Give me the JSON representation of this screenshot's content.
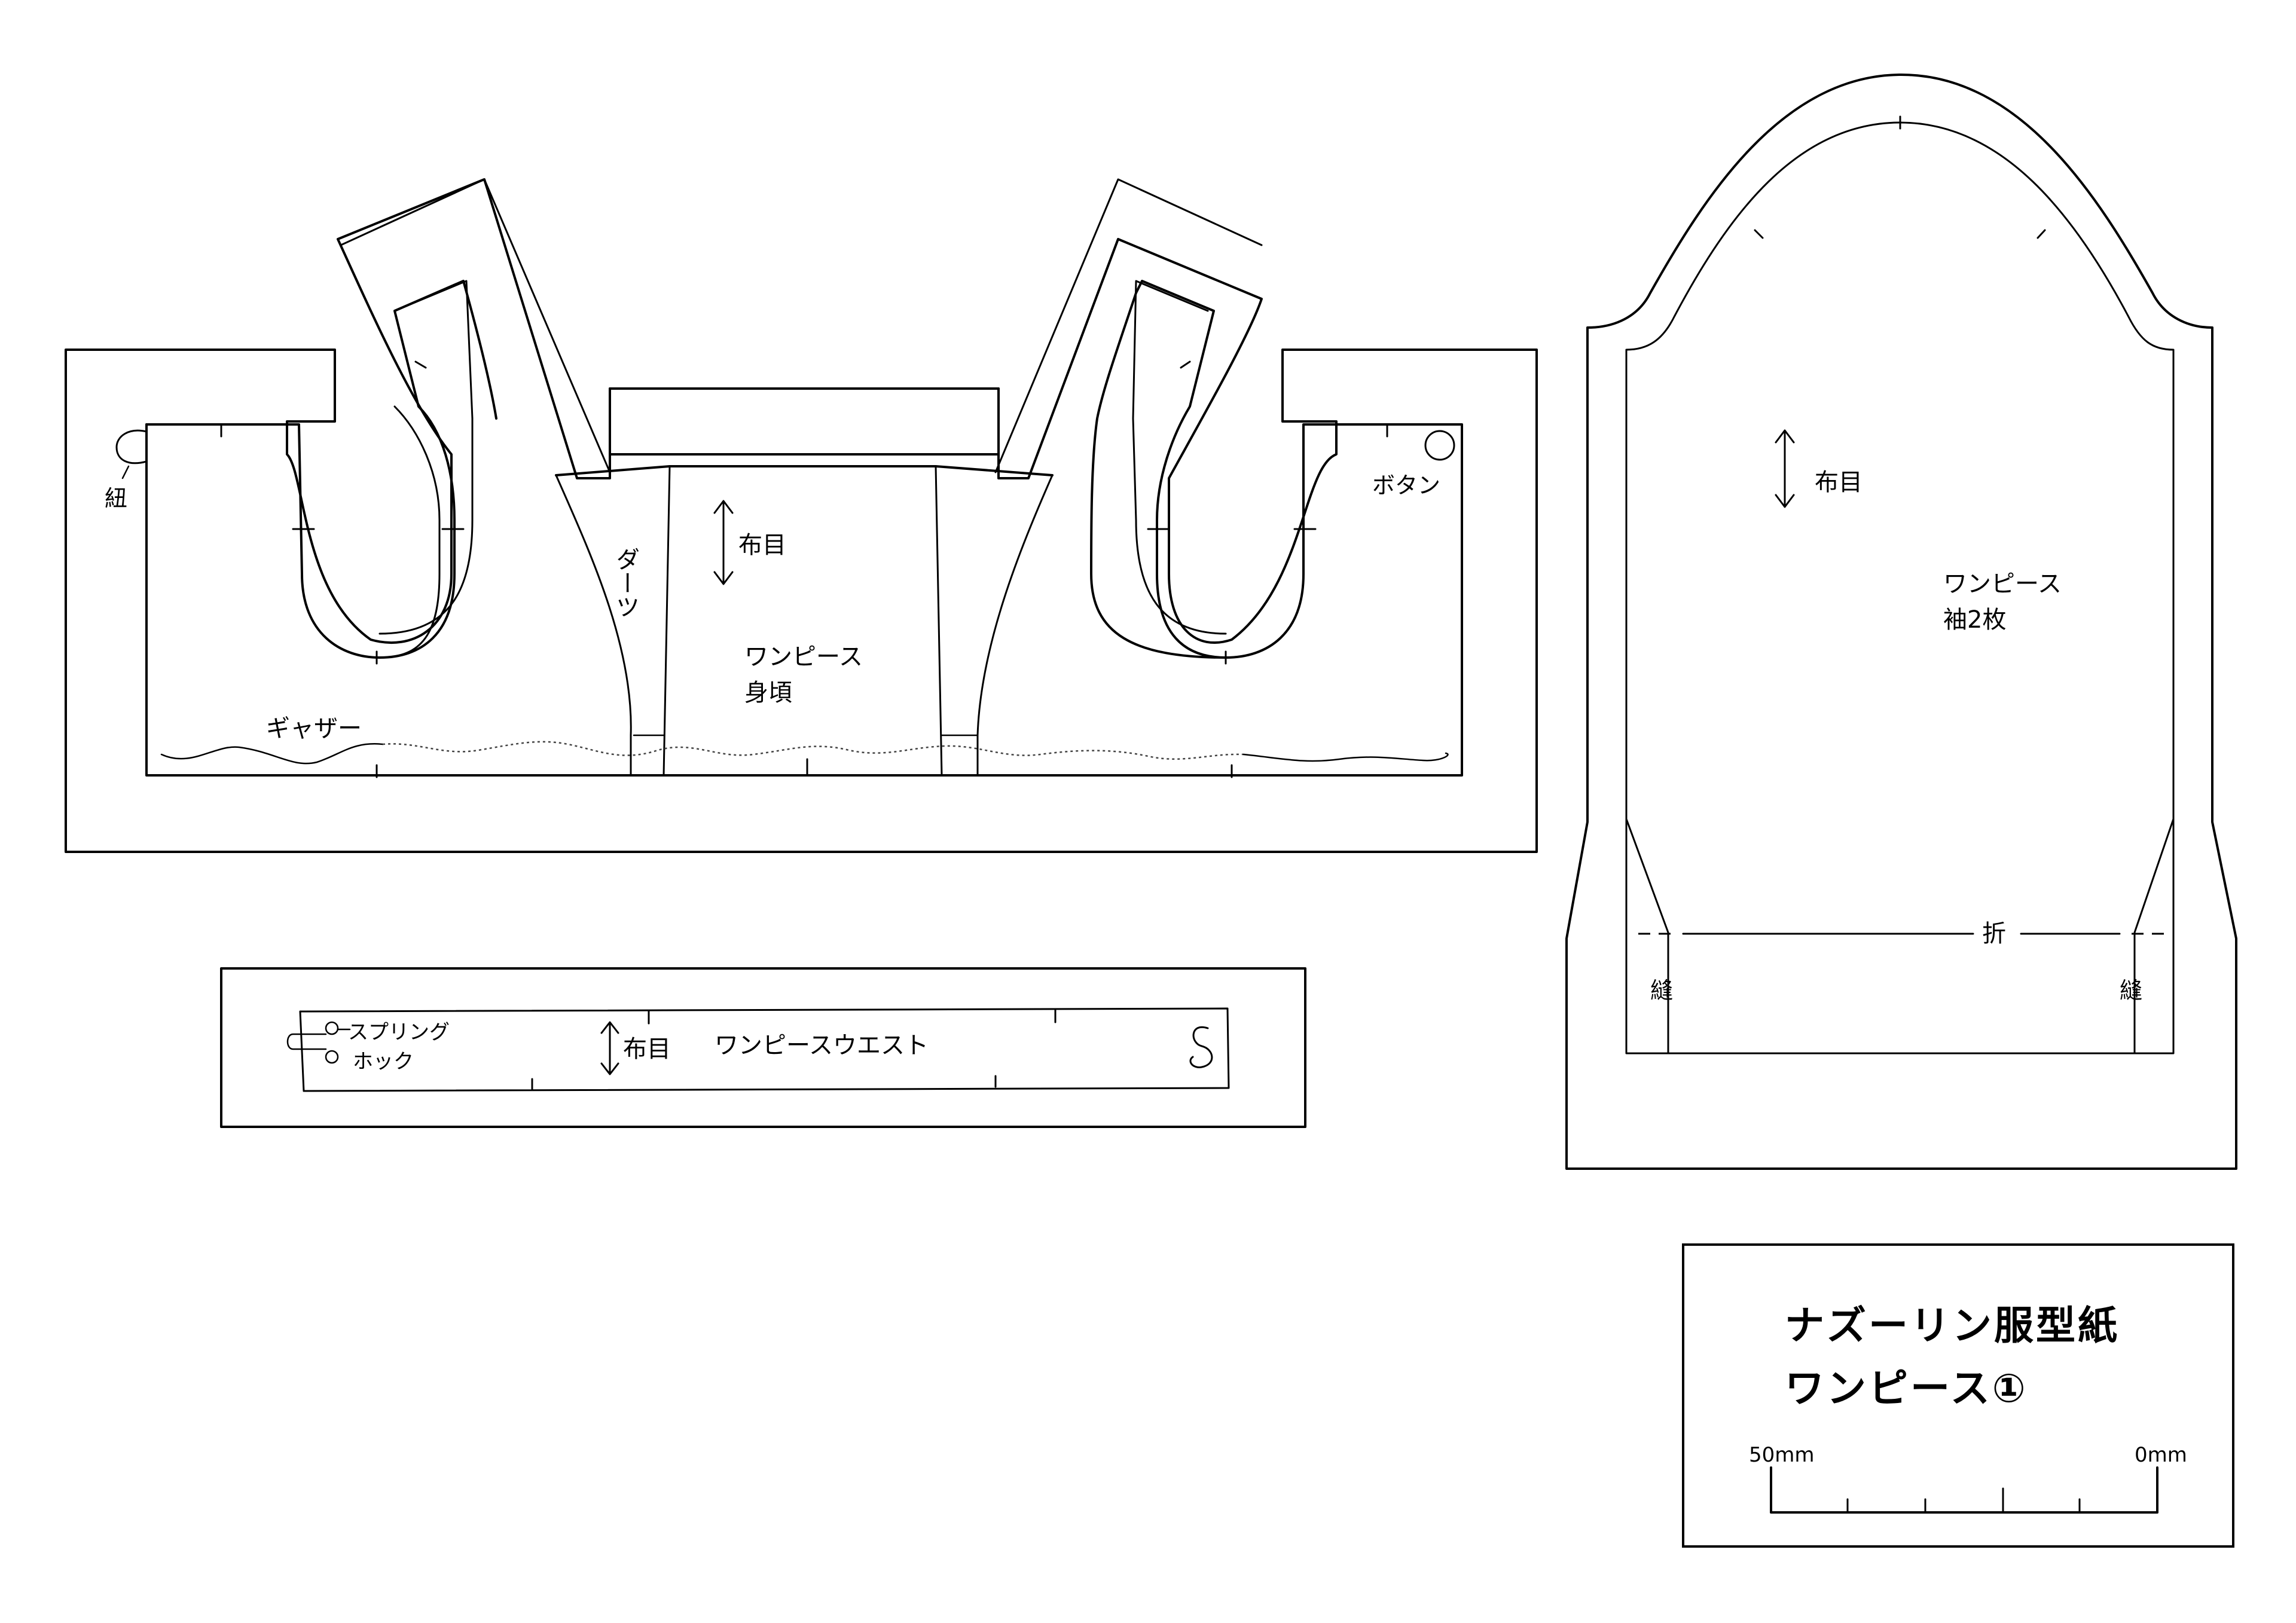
{
  "title": {
    "line1": "ナズーリン服型紙",
    "line2": "ワンピース①"
  },
  "scale": {
    "left_label": "50mm",
    "right_label": "0mm"
  },
  "bodice": {
    "name_line1": "ワンピース",
    "name_line2": "身頃",
    "grain": "布目",
    "dart": "ダーツ",
    "gather": "ギャザー",
    "string": "紐",
    "button": "ボタン"
  },
  "waist": {
    "name": "ワンピースウエスト",
    "grain": "布目",
    "hook_line1": "スプリング",
    "hook_line2": "ホック"
  },
  "sleeve": {
    "name_line1": "ワンピース",
    "name_line2": "袖2枚",
    "grain": "布目",
    "fold": "折",
    "seam_left": "縫",
    "seam_right": "縫"
  }
}
